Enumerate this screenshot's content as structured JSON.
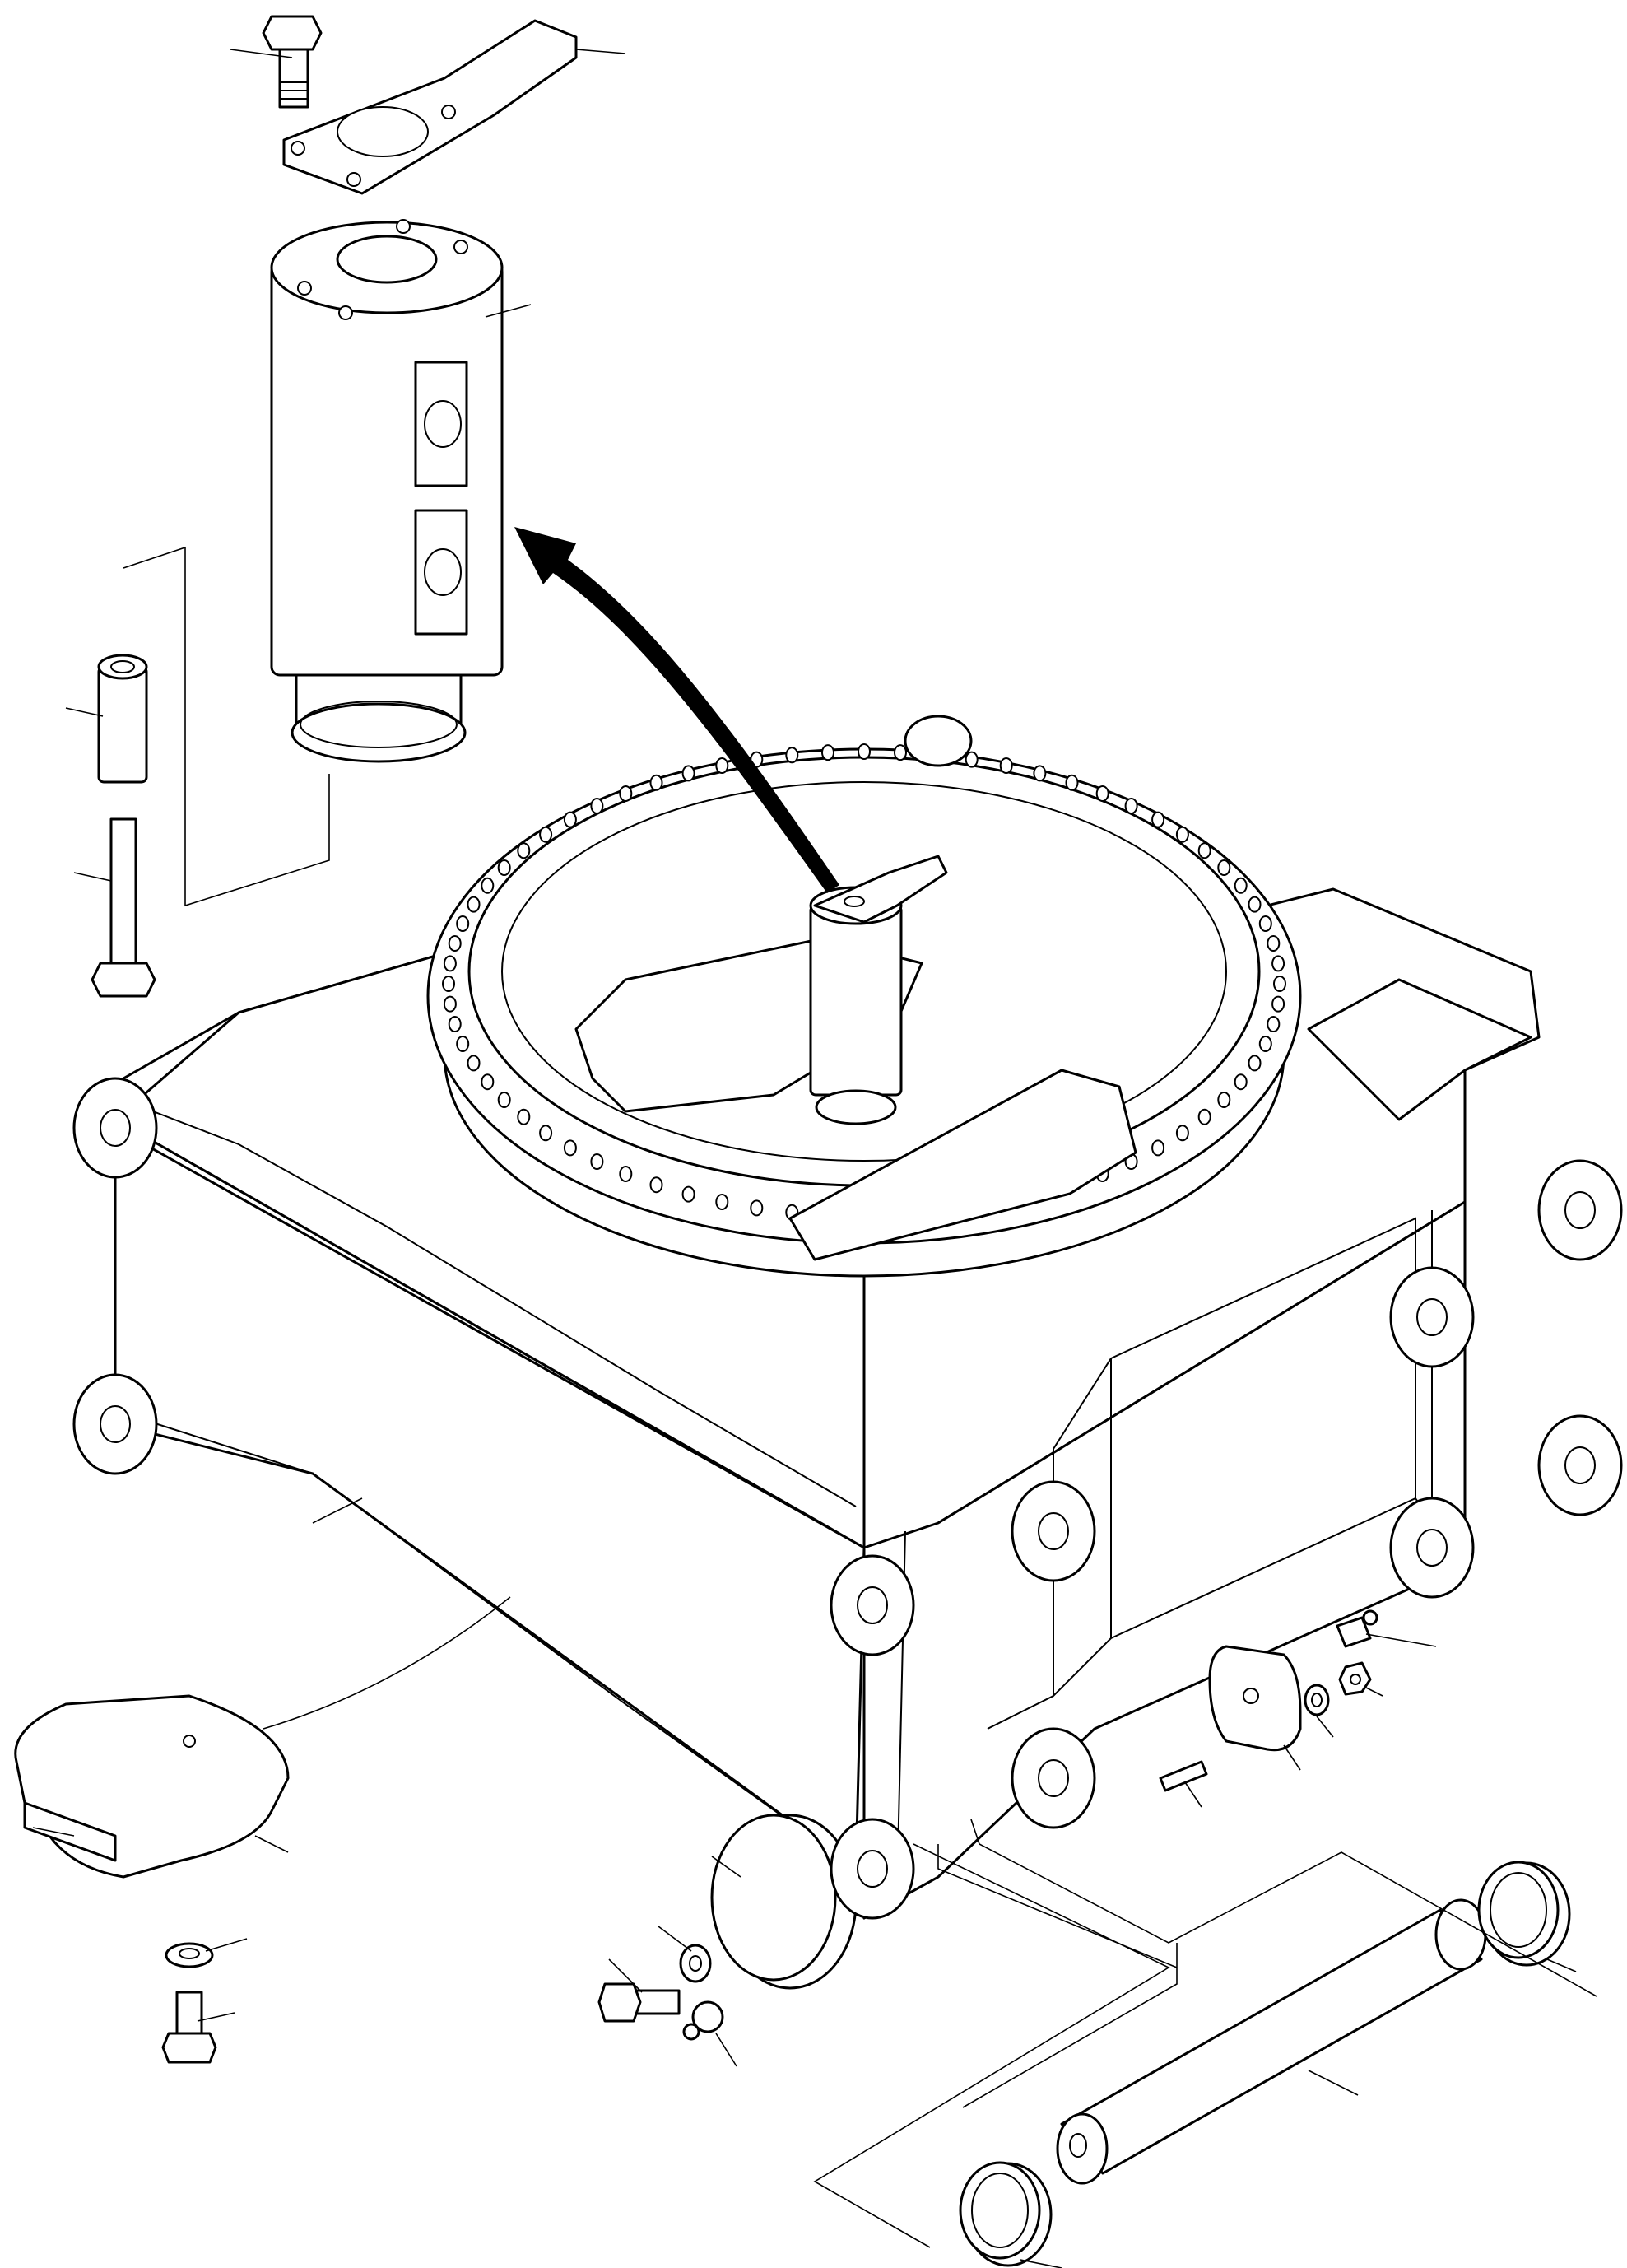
{
  "figure": {
    "kind": "exploded parts diagram",
    "parts": [
      {
        "name": "hex-bolt-top",
        "icon": "bolt-icon"
      },
      {
        "name": "retaining-plate-top",
        "icon": "plate-icon"
      },
      {
        "name": "swivel-cylinder",
        "icon": "cylinder-icon"
      },
      {
        "name": "spacer-sleeve",
        "icon": "sleeve-icon"
      },
      {
        "name": "long-bolt",
        "icon": "bolt-icon"
      },
      {
        "name": "frame-housing",
        "icon": "frame-icon"
      },
      {
        "name": "bearing-ring",
        "icon": "ring-icon"
      },
      {
        "name": "access-cover",
        "icon": "cover-icon"
      },
      {
        "name": "washer-cover",
        "icon": "washer-icon"
      },
      {
        "name": "bolt-cover",
        "icon": "bolt-icon"
      },
      {
        "name": "round-flange-plate",
        "icon": "flange-icon"
      },
      {
        "name": "washer-flange",
        "icon": "washer-icon"
      },
      {
        "name": "bolt-flange",
        "icon": "bolt-icon"
      },
      {
        "name": "grease-fitting-flange",
        "icon": "grease-fitting-icon"
      },
      {
        "name": "side-plate",
        "icon": "plate-icon"
      },
      {
        "name": "grease-fitting-side",
        "icon": "grease-fitting-icon"
      },
      {
        "name": "nut-side",
        "icon": "nut-icon"
      },
      {
        "name": "washer-side",
        "icon": "washer-icon"
      },
      {
        "name": "stud-side",
        "icon": "stud-icon"
      },
      {
        "name": "hinge-pin",
        "icon": "pin-icon"
      },
      {
        "name": "bushing-right",
        "icon": "bushing-icon"
      },
      {
        "name": "bushing-left",
        "icon": "bushing-icon"
      }
    ],
    "colors": {
      "line": "#000000",
      "background": "#ffffff"
    }
  }
}
